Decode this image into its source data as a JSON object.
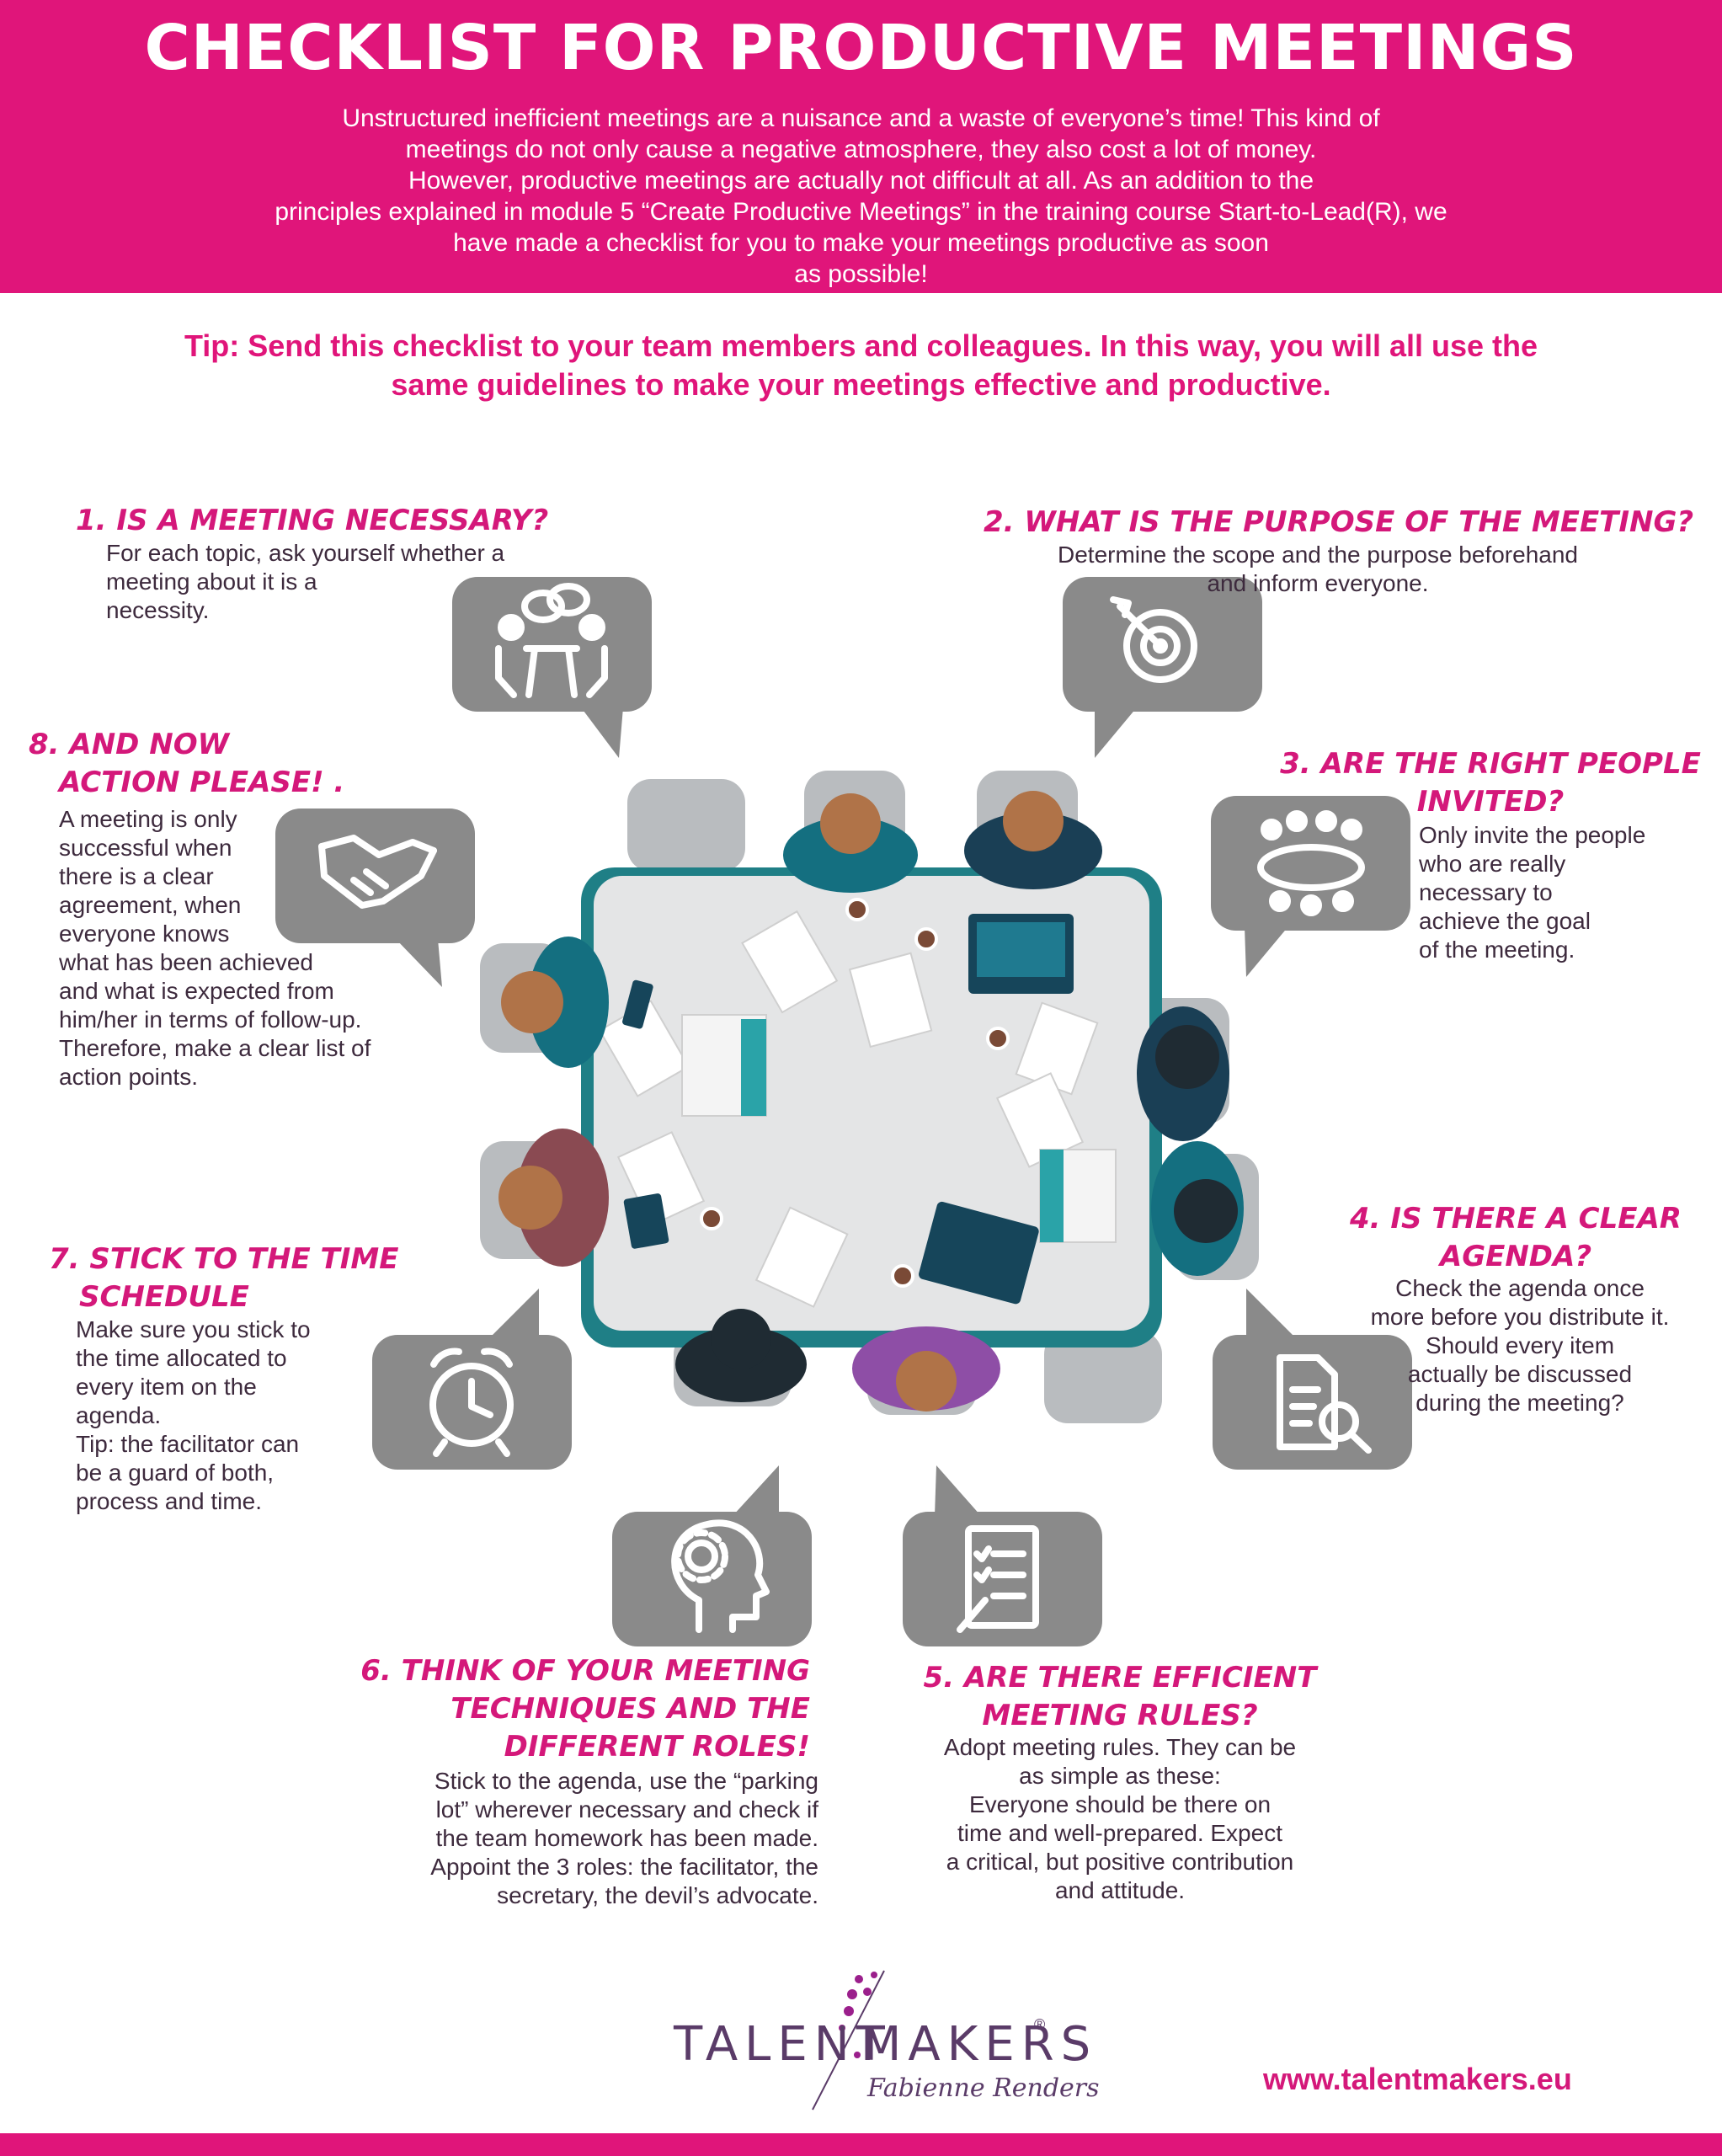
{
  "header": {
    "title": "CHECKLIST FOR PRODUCTIVE MEETINGS",
    "intro_lines": [
      "Unstructured inefficient meetings are a nuisance and a waste of everyone’s time! This kind of",
      "meetings do not only cause a negative atmosphere, they also cost a lot of money.",
      "However, productive meetings are actually not difficult at all. As an addition to the",
      "principles explained in module 5 “Create Productive Meetings”  in the training course Start-to-Lead(R), we",
      "have made a checklist for you to make your meetings productive as soon",
      "as possible!"
    ]
  },
  "tip_lines": [
    "Tip: Send this checklist to your team members and colleagues. In this way, you will all use the",
    "same guidelines to make your meetings effective and productive."
  ],
  "items": {
    "item1": {
      "title": [
        "1. IS A MEETING NECESSARY?"
      ],
      "body": [
        "For each topic, ask yourself whether a",
        "meeting about it is a",
        "necessity."
      ],
      "icon": "meeting-discussion-icon"
    },
    "item2": {
      "title": [
        "2. WHAT IS THE PURPOSE OF THE MEETING?"
      ],
      "body": [
        "Determine the scope and the purpose beforehand",
        "and inform everyone."
      ],
      "icon": "target-icon"
    },
    "item3": {
      "title": [
        "3. ARE THE RIGHT PEOPLE",
        "INVITED?"
      ],
      "body": [
        "Only invite the people",
        "who are really",
        "necessary to",
        "achieve the goal",
        "of the meeting."
      ],
      "icon": "group-table-icon"
    },
    "item4": {
      "title": [
        "4. IS THERE A CLEAR",
        "AGENDA?"
      ],
      "body": [
        "Check the agenda once",
        "more before you distribute it.",
        "Should every item",
        "actually be discussed",
        "during the meeting?"
      ],
      "icon": "document-search-icon"
    },
    "item5": {
      "title": [
        "5. ARE THERE EFFICIENT",
        "MEETING RULES?"
      ],
      "body": [
        "Adopt meeting rules. They can be",
        "as simple as these:",
        "Everyone should be there on",
        "time and well-prepared. Expect",
        "a critical, but positive contribution",
        "and attitude."
      ],
      "icon": "checklist-icon"
    },
    "item6": {
      "title": [
        "6. THINK OF YOUR MEETING",
        "TECHNIQUES AND THE",
        "DIFFERENT ROLES!"
      ],
      "body": [
        "Stick to the agenda, use the “parking",
        "lot” wherever necessary and check if",
        "the team homework has been made.",
        "Appoint the 3 roles: the facilitator, the",
        "secretary, the devil’s advocate."
      ],
      "icon": "head-gear-icon"
    },
    "item7": {
      "title": [
        "7. STICK TO THE TIME",
        "SCHEDULE"
      ],
      "body": [
        "Make sure you stick to",
        "the time allocated to",
        "every item on the",
        "agenda.",
        "Tip: the facilitator can",
        "be a guard of both,",
        "process and time."
      ],
      "icon": "alarm-clock-icon"
    },
    "item8": {
      "title": [
        "8. AND NOW",
        "ACTION PLEASE! ."
      ],
      "body": [
        "A meeting is only",
        "successful when",
        "there is a clear",
        "agreement, when",
        "everyone knows",
        "what has been achieved",
        "and what is expected from",
        "him/her in terms of follow-up.",
        "Therefore, make a clear list of",
        "action points."
      ],
      "icon": "handshake-icon"
    }
  },
  "footer": {
    "logo_left": "TALENT",
    "logo_right": "MAKERS",
    "logo_reg": "®",
    "logo_signature": "Fabienne Renders",
    "website": "www.talentmakers.eu"
  },
  "colors": {
    "brand_pink": "#e0157a",
    "title_pink": "#d4187a",
    "bubble_gray": "#8a8a8a",
    "text_purple": "#3d2a3d",
    "table_teal": "#1f7f86"
  }
}
